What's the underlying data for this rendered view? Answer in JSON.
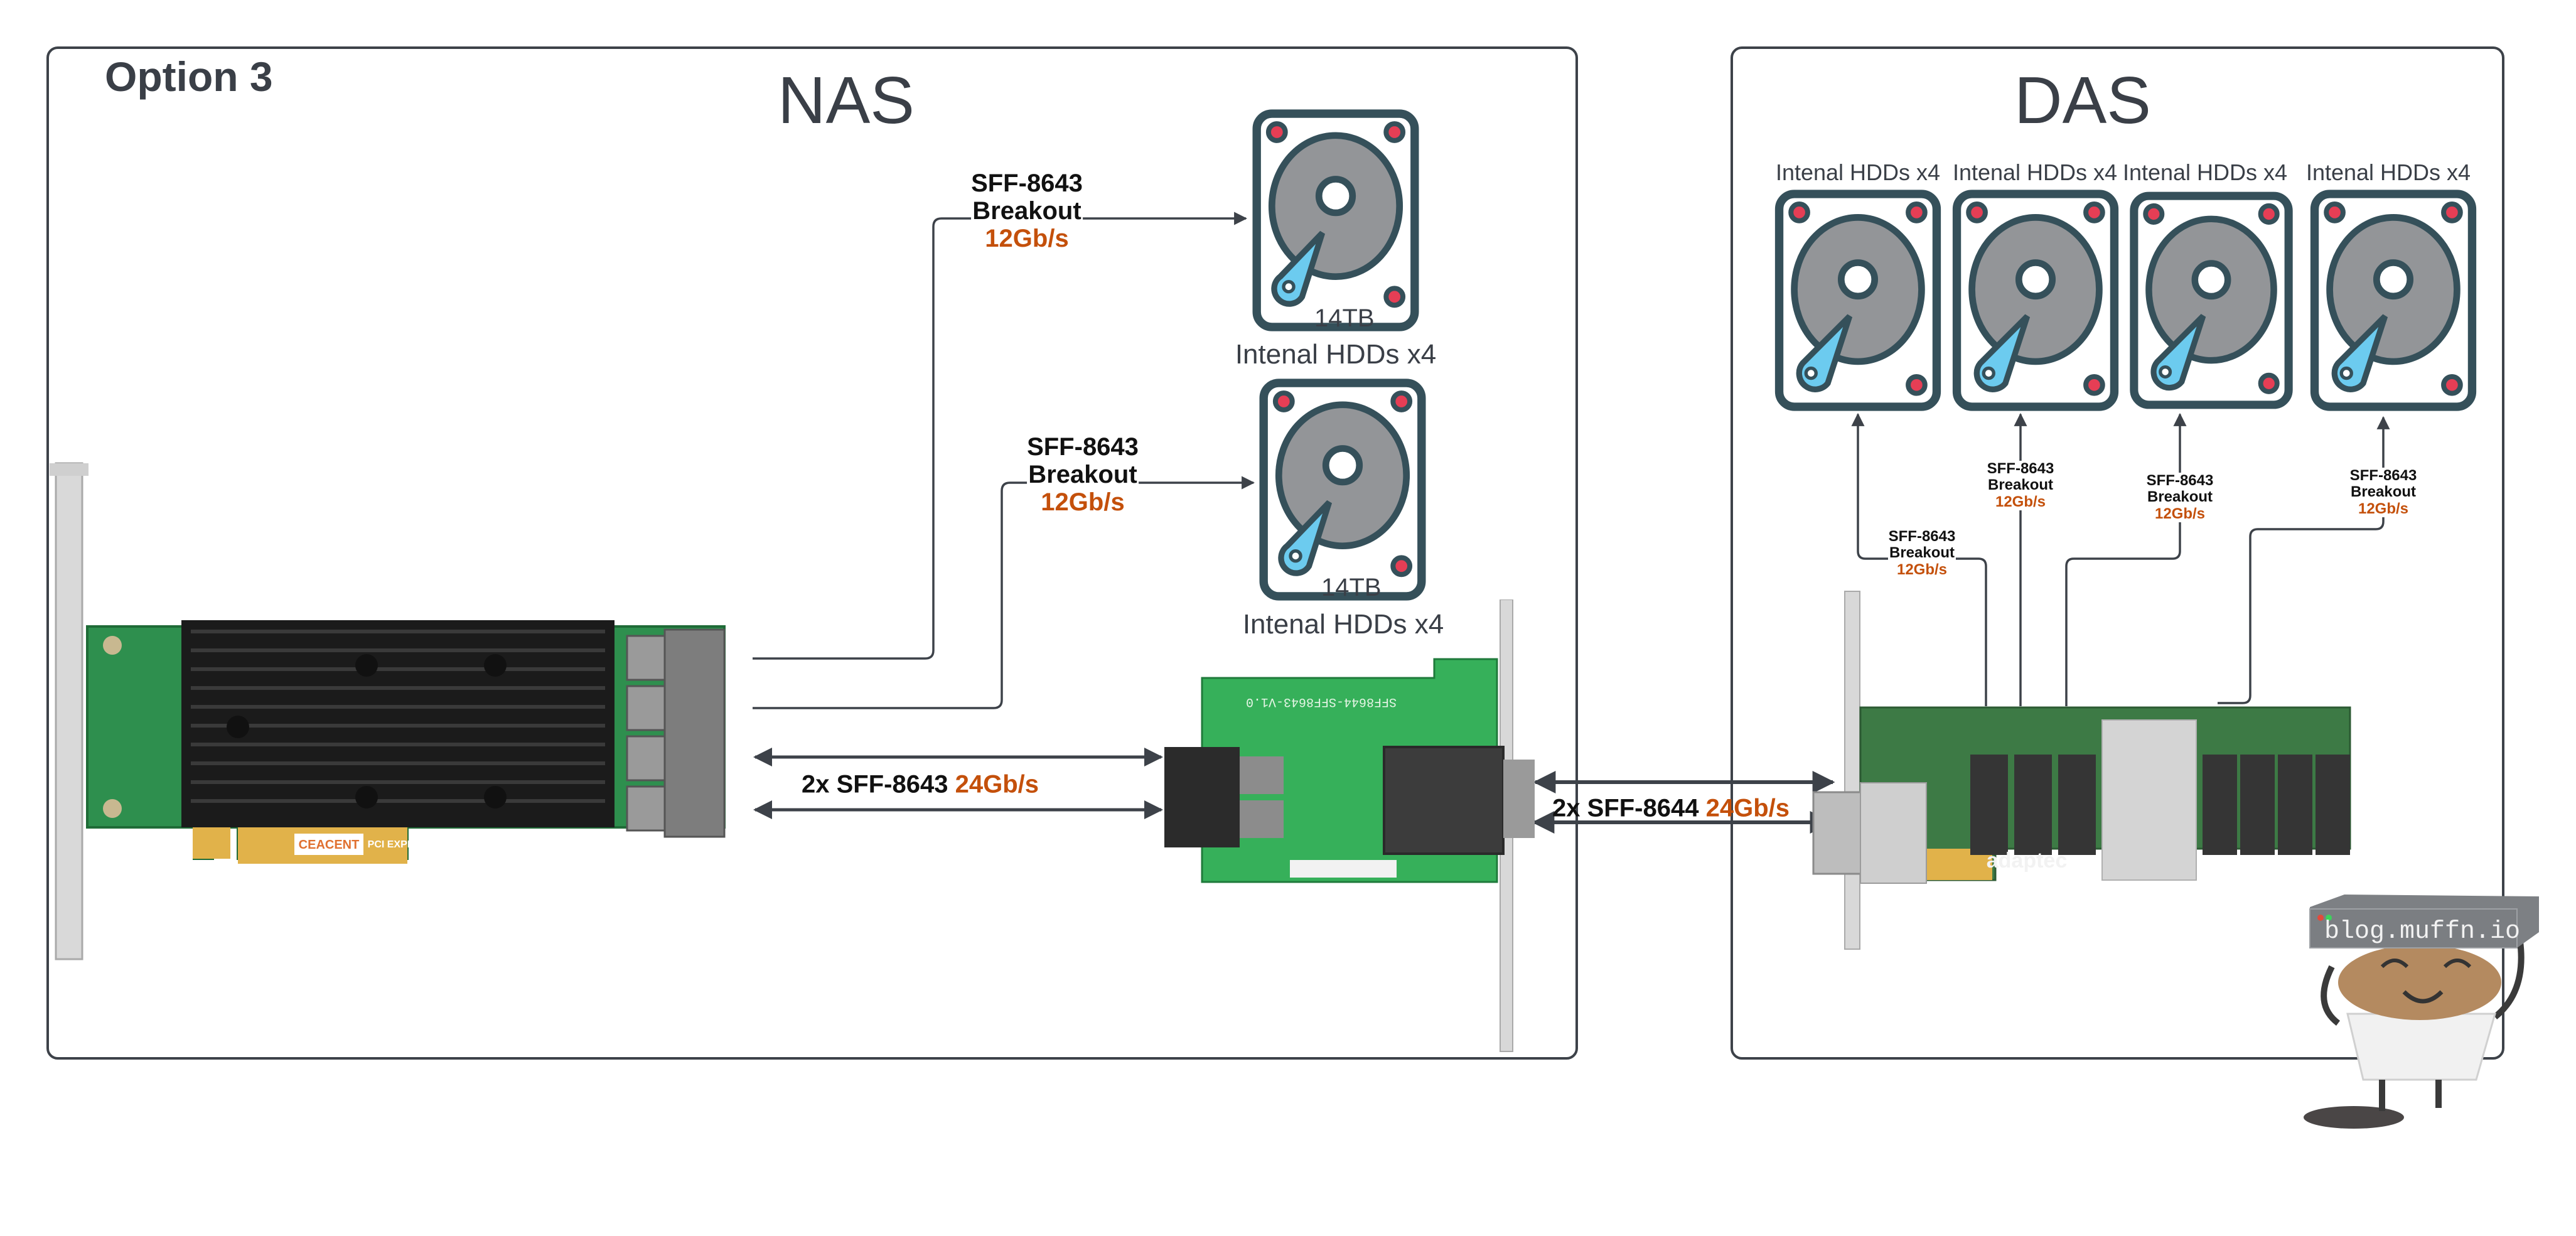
{
  "option_title": "Option 3",
  "sections": {
    "nas": {
      "title": "NAS"
    },
    "das": {
      "title": "DAS"
    }
  },
  "nas_drives": [
    {
      "label": "Intenal HDDs x4",
      "capacity": "14TB"
    },
    {
      "label": "Intenal HDDs x4",
      "capacity": "14TB"
    }
  ],
  "das_drives": [
    {
      "label": "Intenal HDDs x4"
    },
    {
      "label": "Intenal HDDs x4"
    },
    {
      "label": "Intenal HDDs x4"
    },
    {
      "label": "Intenal HDDs x4"
    }
  ],
  "nas_breakout_links": [
    {
      "line1": "SFF-8643",
      "line2": "Breakout",
      "speed": "12Gb/s"
    },
    {
      "line1": "SFF-8643",
      "line2": "Breakout",
      "speed": "12Gb/s"
    }
  ],
  "das_breakout_links": [
    {
      "line1": "SFF-8643",
      "line2": "Breakout",
      "speed": "12Gb/s"
    },
    {
      "line1": "SFF-8643",
      "line2": "Breakout",
      "speed": "12Gb/s"
    },
    {
      "line1": "SFF-8643",
      "line2": "Breakout",
      "speed": "12Gb/s"
    },
    {
      "line1": "SFF-8643",
      "line2": "Breakout",
      "speed": "12Gb/s"
    }
  ],
  "internal_link": {
    "prefix": "2x SFF-8643",
    "speed": "24Gb/s"
  },
  "external_link": {
    "prefix": "2x SFF-8644",
    "speed": "24Gb/s"
  },
  "cards": {
    "hba": {
      "brand": "CEACENT",
      "bus": "PCI EXPRESS",
      "icon": "hba-card-icon"
    },
    "adapter": {
      "silkscreen": "SFF8644-SFF8643-V1.0",
      "icon": "sff-adapter-card-icon"
    },
    "expander": {
      "brand": "adaptec",
      "icon": "sas-expander-card-icon"
    }
  },
  "watermark": {
    "text": "blog.muffn.io",
    "icon": "muffin-mascot-icon"
  },
  "colors": {
    "frame": "#3d4249",
    "speed_accent": "#c4500b",
    "hdd_outline": "#35505a",
    "hdd_platter": "#939598",
    "hdd_arm": "#6ccbef",
    "hdd_screw": "#e63e55"
  }
}
